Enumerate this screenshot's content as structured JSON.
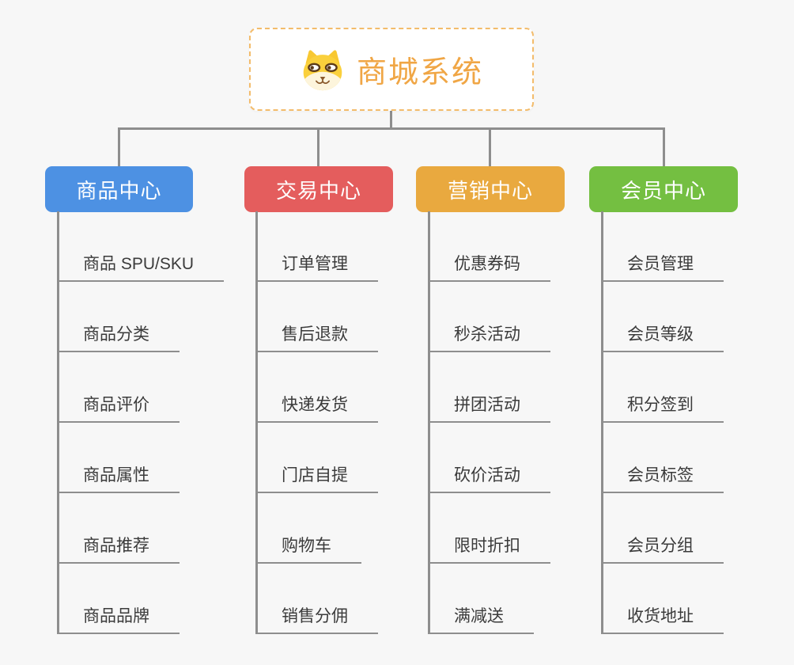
{
  "app": {
    "background_color": "#f7f7f7",
    "connector_color": "#8e8e8e"
  },
  "root": {
    "title": "商城系统",
    "icon": "dog-face-icon",
    "text_color": "#f0a645",
    "border_color": "#f3bc6b"
  },
  "branches": [
    {
      "label": "商品中心",
      "color": "#4d91e3",
      "items": [
        "商品 SPU/SKU",
        "商品分类",
        "商品评价",
        "商品属性",
        "商品推荐",
        "商品品牌"
      ]
    },
    {
      "label": "交易中心",
      "color": "#e45d5d",
      "items": [
        "订单管理",
        "售后退款",
        "快递发货",
        "门店自提",
        "购物车",
        "销售分佣"
      ]
    },
    {
      "label": "营销中心",
      "color": "#e9a93f",
      "items": [
        "优惠券码",
        "秒杀活动",
        "拼团活动",
        "砍价活动",
        "限时折扣",
        "满减送"
      ]
    },
    {
      "label": "会员中心",
      "color": "#74bf41",
      "items": [
        "会员管理",
        "会员等级",
        "积分签到",
        "会员标签",
        "会员分组",
        "收货地址"
      ]
    }
  ]
}
